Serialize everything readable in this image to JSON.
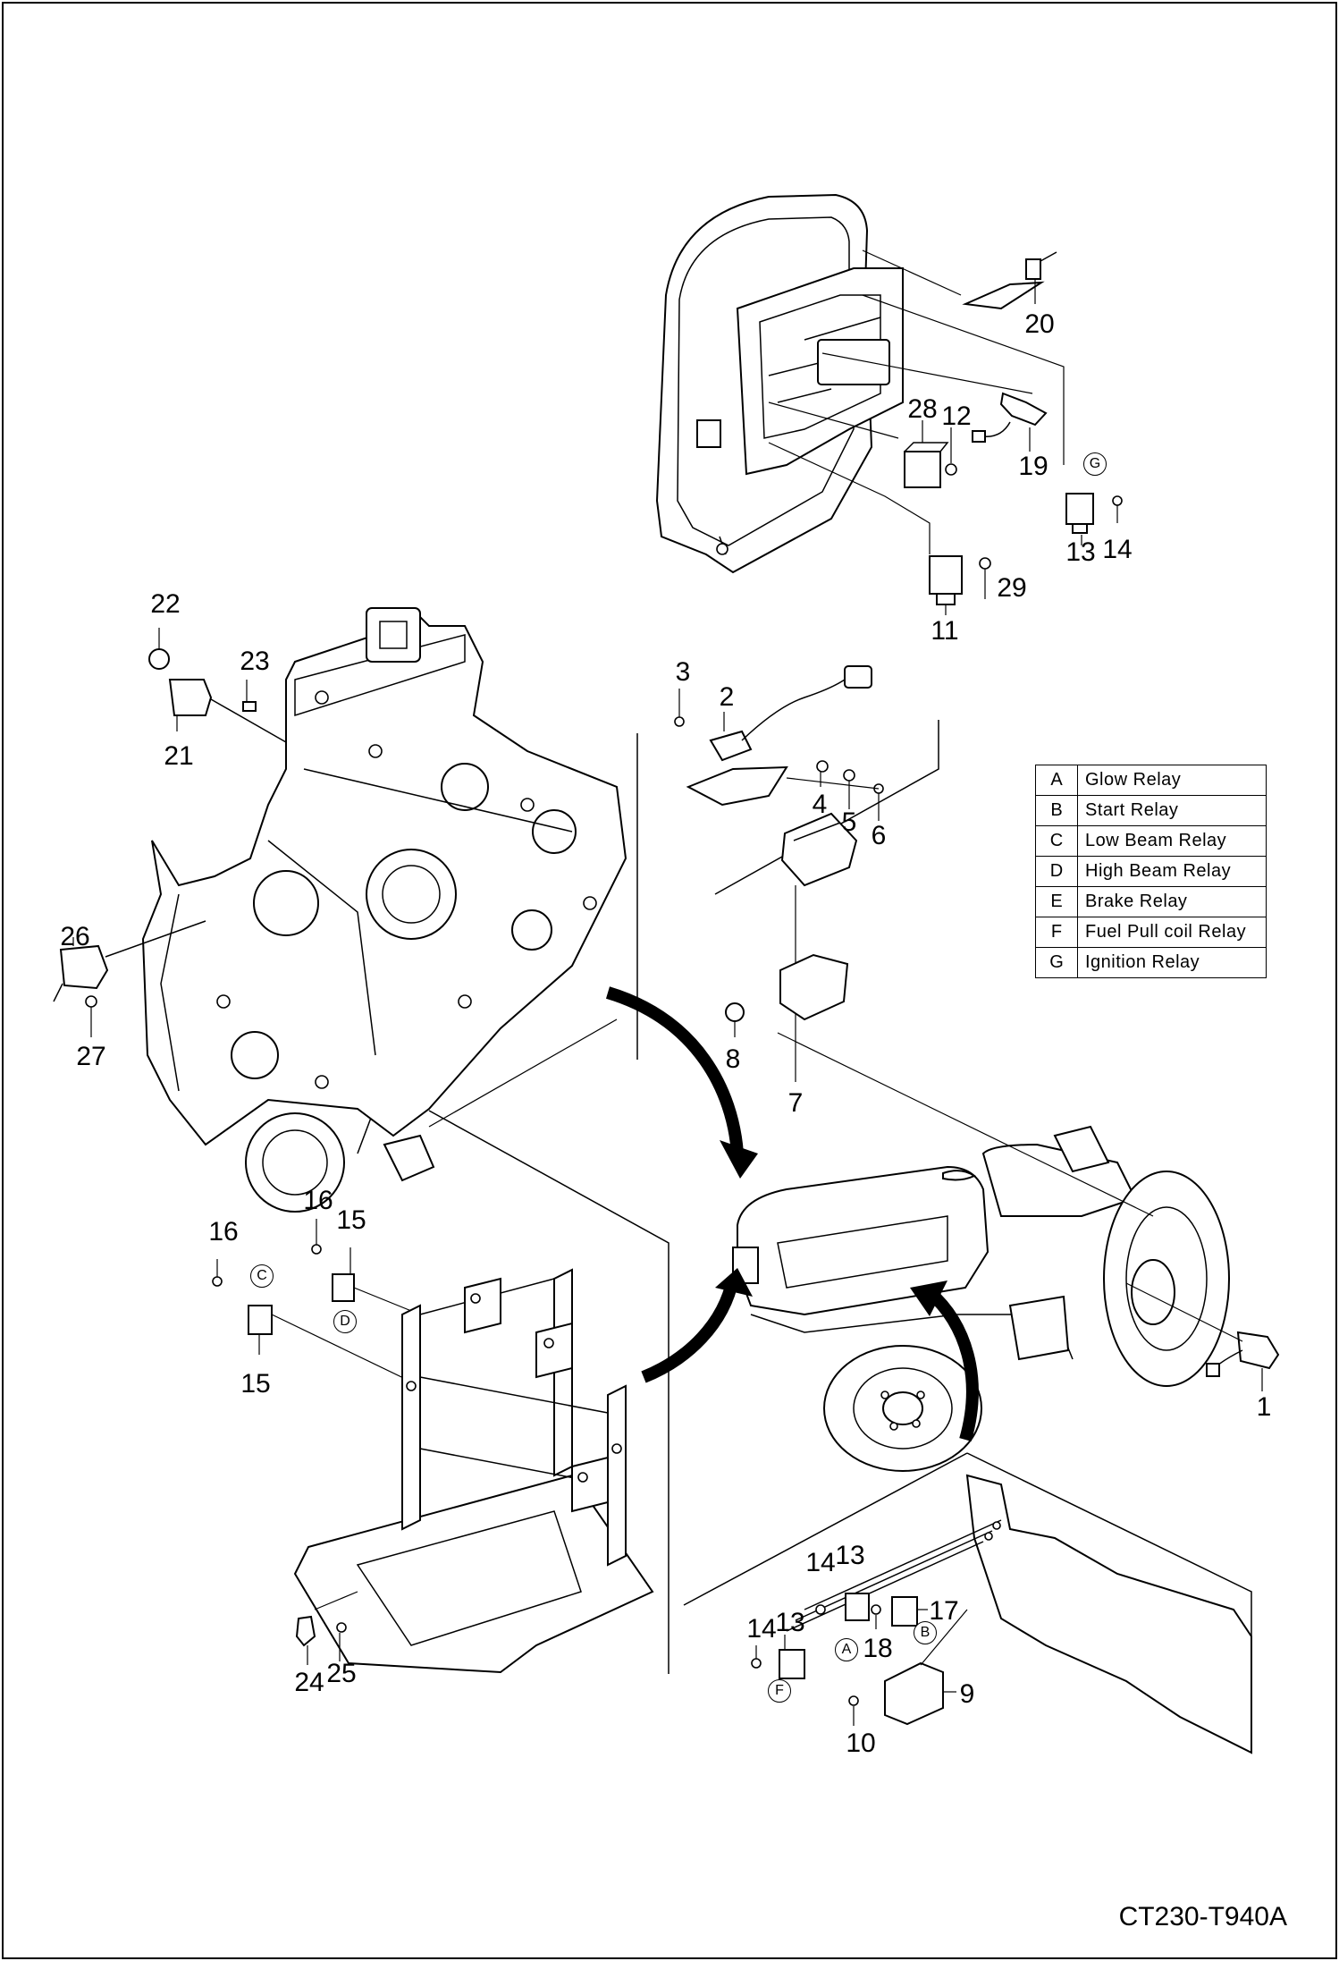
{
  "callouts": {
    "c1": "1",
    "c2": "2",
    "c3": "3",
    "c4": "4",
    "c5": "5",
    "c6": "6",
    "c7": "7",
    "c8": "8",
    "c9": "9",
    "c10": "10",
    "c11": "11",
    "c12": "12",
    "c13_top": "13",
    "c13_mid": "13",
    "c13_low": "13",
    "c14_top": "14",
    "c14_mid": "14",
    "c14_low": "14",
    "c15_top": "15",
    "c15_low": "15",
    "c16_top": "16",
    "c16_low": "16",
    "c17": "17",
    "c18": "18",
    "c19": "19",
    "c20": "20",
    "c21": "21",
    "c22": "22",
    "c23": "23",
    "c24": "24",
    "c25": "25",
    "c26": "26",
    "c27": "27",
    "c28": "28",
    "c29": "29"
  },
  "circled_letters": {
    "g": "G",
    "c": "C",
    "d": "D",
    "a": "A",
    "b": "B",
    "f": "F"
  },
  "legend": [
    {
      "code": "A",
      "description": "Glow Relay"
    },
    {
      "code": "B",
      "description": "Start Relay"
    },
    {
      "code": "C",
      "description": "Low Beam Relay"
    },
    {
      "code": "D",
      "description": "High Beam Relay"
    },
    {
      "code": "E",
      "description": "Brake Relay"
    },
    {
      "code": "F",
      "description": "Fuel Pull coil Relay"
    },
    {
      "code": "G",
      "description": "Ignition Relay"
    }
  ],
  "doc_code": "CT230-T940A"
}
